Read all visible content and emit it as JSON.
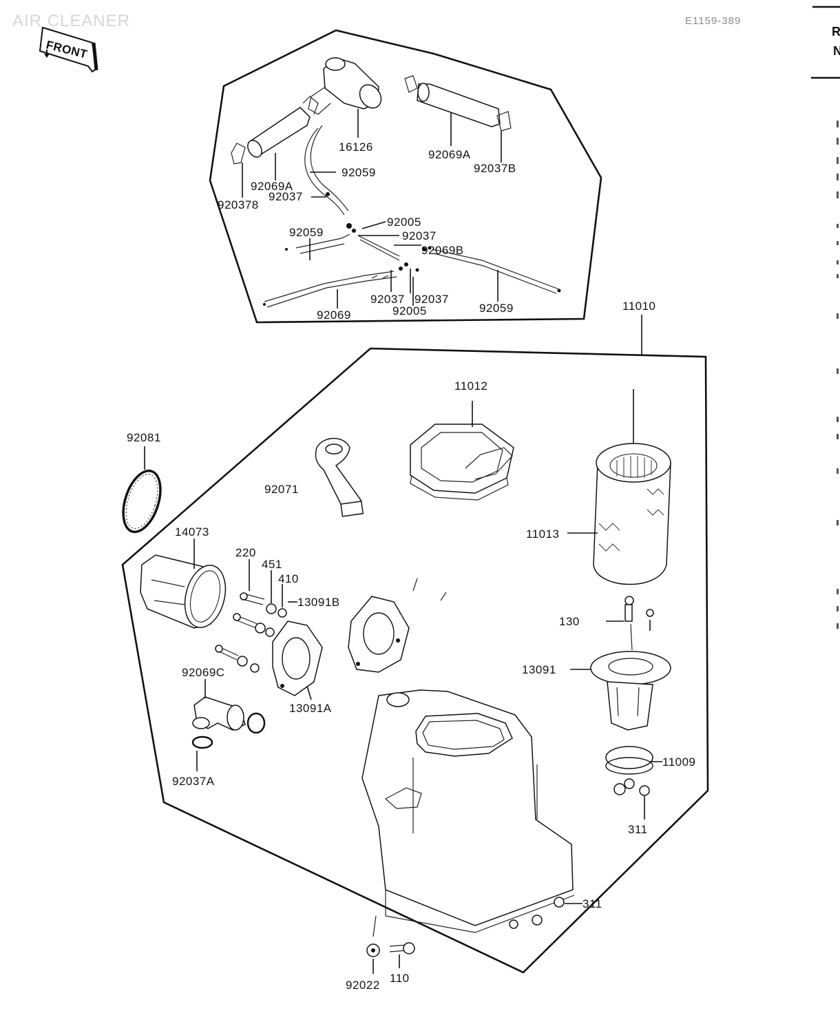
{
  "header": {
    "section_title": "AIR CLEANER",
    "drawing_code": "E1159-389",
    "front_badge": "FRONT",
    "edge_cut_text": [
      "R",
      "N"
    ]
  },
  "labels": {
    "l16126": "16126",
    "l92069A_top": "92069A",
    "l92037B_top": "92037B",
    "l92069A_left": "92069A",
    "l92059_a": "92059",
    "l92037B_left": "920378",
    "l92037_a": "92037",
    "l92005_a": "92005",
    "l92037_b": "92037",
    "l92059_b": "92059",
    "l92069B": "92069B",
    "l92037_c": "92037",
    "l92037_d": "92037",
    "l92005_b": "92005",
    "l92059_c": "92069",
    "l92059_d": "92059",
    "l11010": "11010",
    "l11012": "11012",
    "l92081": "92081",
    "l92071": "92071",
    "l11013": "11013",
    "l14073": "14073",
    "l220": "220",
    "l451": "451",
    "l410": "410",
    "l13091B": "13091B",
    "l130": "130",
    "l13091": "13091",
    "l92069C": "92069C",
    "l13091A": "13091A",
    "l11009": "11009",
    "l92037A": "92037A",
    "l311_right": "311",
    "l311_bottom": "311",
    "l92022": "92022",
    "l110": "110"
  }
}
